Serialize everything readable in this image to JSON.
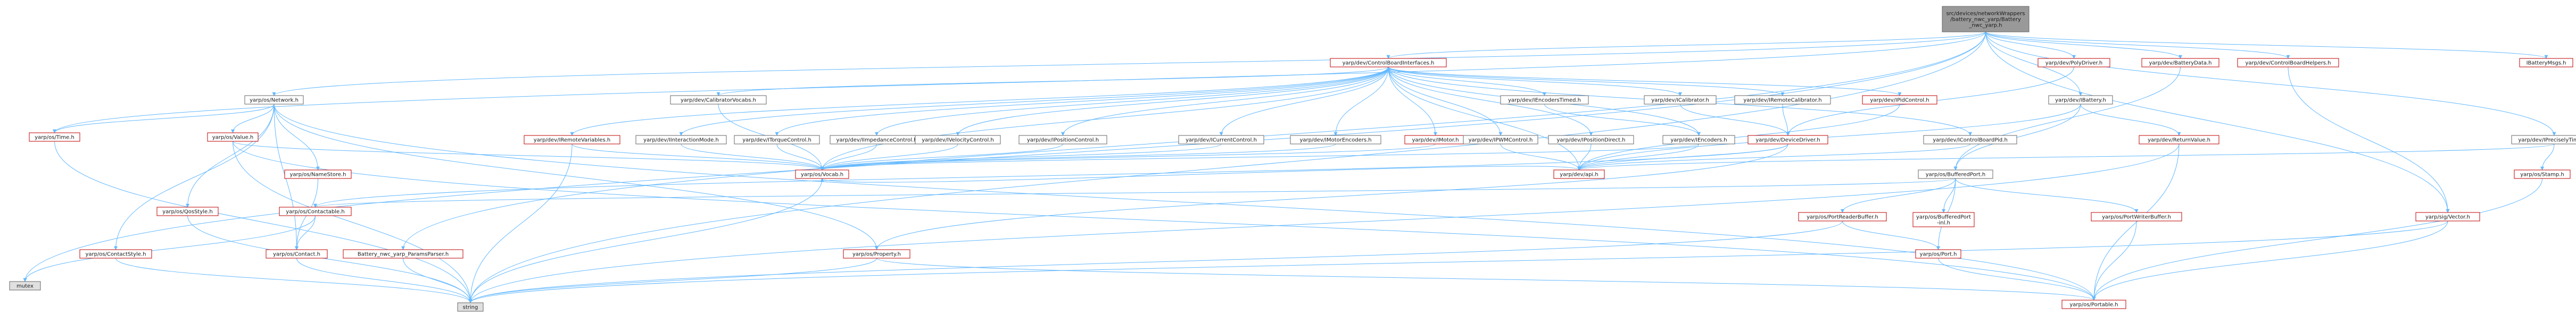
{
  "graph": {
    "colors": {
      "root_fill": "#999999",
      "root_border": "#666666",
      "documented_border": "#bf0000",
      "normal_border": "#666666",
      "normal_text": "#1a1a1a",
      "documented_text": "#bf0000",
      "node_fill": "#ffffff",
      "external_fill": "#e0e0e0",
      "edge": "#63b8ff",
      "edge_alt": "#e6a0a0"
    },
    "nodes": [
      {
        "id": "root",
        "lines": [
          "src/devices/networkWrappers",
          "/battery_nwc_yarp/Battery",
          "_nwc_yarp.h"
        ],
        "style": "root"
      },
      {
        "id": "cbi",
        "lines": [
          "yarp/dev/ControlBoardInterfaces.h"
        ],
        "style": "doc"
      },
      {
        "id": "network",
        "lines": [
          "yarp/os/Network.h"
        ],
        "style": "normal"
      },
      {
        "id": "time",
        "lines": [
          "yarp/os/Time.h"
        ],
        "style": "doc"
      },
      {
        "id": "mutex",
        "lines": [
          "mutex"
        ],
        "style": "ext"
      },
      {
        "id": "string",
        "lines": [
          "string"
        ],
        "style": "ext"
      },
      {
        "id": "polydriver",
        "lines": [
          "yarp/dev/PolyDriver.h"
        ],
        "style": "doc"
      },
      {
        "id": "batterydata",
        "lines": [
          "yarp/dev/BatteryData.h"
        ],
        "style": "doc"
      },
      {
        "id": "cbhelpers",
        "lines": [
          "yarp/dev/ControlBoardHelpers.h"
        ],
        "style": "doc"
      },
      {
        "id": "ibatterymsgs",
        "lines": [
          "IBatteryMsgs.h"
        ],
        "style": "doc"
      },
      {
        "id": "ibattery",
        "lines": [
          "yarp/dev/IBattery.h"
        ],
        "style": "normal"
      },
      {
        "id": "ipreciselytimed",
        "lines": [
          "yarp/dev/IPreciselyTimed.h"
        ],
        "style": "normal"
      },
      {
        "id": "calibvocabs",
        "lines": [
          "yarp/dev/CalibratorVocabs.h"
        ],
        "style": "normal"
      },
      {
        "id": "iencoderstimed",
        "lines": [
          "yarp/dev/IEncodersTimed.h"
        ],
        "style": "normal"
      },
      {
        "id": "icalibrator",
        "lines": [
          "yarp/dev/ICalibrator.h"
        ],
        "style": "normal"
      },
      {
        "id": "iremotecalib",
        "lines": [
          "yarp/dev/IRemoteCalibrator.h"
        ],
        "style": "normal"
      },
      {
        "id": "ipidcontrol",
        "lines": [
          "yarp/dev/IPidControl.h"
        ],
        "style": "doc"
      },
      {
        "id": "ireturnvalue",
        "lines": [
          "yarp/dev/ReturnValue.h"
        ],
        "style": "doc"
      },
      {
        "id": "ivalue",
        "lines": [
          "yarp/os/Value.h"
        ],
        "style": "doc"
      },
      {
        "id": "iremotevars",
        "lines": [
          "yarp/dev/IRemoteVariables.h"
        ],
        "style": "doc"
      },
      {
        "id": "iinteraction",
        "lines": [
          "yarp/dev/IInteractionMode.h"
        ],
        "style": "normal"
      },
      {
        "id": "itorque",
        "lines": [
          "yarp/dev/ITorqueControl.h"
        ],
        "style": "normal"
      },
      {
        "id": "iimpedance",
        "lines": [
          "yarp/dev/IImpedanceControl.h"
        ],
        "style": "normal"
      },
      {
        "id": "ivelocity",
        "lines": [
          "yarp/dev/IVelocityControl.h"
        ],
        "style": "normal"
      },
      {
        "id": "ipositioncontrol",
        "lines": [
          "yarp/dev/IPositionControl.h"
        ],
        "style": "normal"
      },
      {
        "id": "icurrent",
        "lines": [
          "yarp/dev/ICurrentControl.h"
        ],
        "style": "normal"
      },
      {
        "id": "imotorencoders",
        "lines": [
          "yarp/dev/IMotorEncoders.h"
        ],
        "style": "normal"
      },
      {
        "id": "imotor",
        "lines": [
          "yarp/dev/IMotor.h"
        ],
        "style": "doc"
      },
      {
        "id": "ipwm",
        "lines": [
          "yarp/dev/IPWMControl.h"
        ],
        "style": "normal"
      },
      {
        "id": "ipositiondirect",
        "lines": [
          "yarp/dev/IPositionDirect.h"
        ],
        "style": "normal"
      },
      {
        "id": "iencoders",
        "lines": [
          "yarp/dev/IEncoders.h"
        ],
        "style": "normal"
      },
      {
        "id": "devicedriver",
        "lines": [
          "yarp/dev/DeviceDriver.h"
        ],
        "style": "doc"
      },
      {
        "id": "icontrolboardpid",
        "lines": [
          "yarp/dev/IControlBoardPid.h"
        ],
        "style": "normal"
      },
      {
        "id": "qosstyle",
        "lines": [
          "yarp/os/QosStyle.h"
        ],
        "style": "doc"
      },
      {
        "id": "namestore",
        "lines": [
          "yarp/os/NameStore.h"
        ],
        "style": "doc"
      },
      {
        "id": "vocab",
        "lines": [
          "yarp/os/Vocab.h"
        ],
        "style": "doc"
      },
      {
        "id": "yarpapi",
        "lines": [
          "yarp/dev/api.h"
        ],
        "style": "doc"
      },
      {
        "id": "bufferedport",
        "lines": [
          "yarp/os/BufferedPort.h"
        ],
        "style": "normal"
      },
      {
        "id": "stamp",
        "lines": [
          "yarp/os/Stamp.h"
        ],
        "style": "doc"
      },
      {
        "id": "contactable",
        "lines": [
          "yarp/os/Contactable.h"
        ],
        "style": "doc"
      },
      {
        "id": "contactstyle",
        "lines": [
          "yarp/os/ContactStyle.h"
        ],
        "style": "doc"
      },
      {
        "id": "contact",
        "lines": [
          "yarp/os/Contact.h"
        ],
        "style": "doc"
      },
      {
        "id": "paramsparser",
        "lines": [
          "Battery_nwc_yarp_ParamsParser.h"
        ],
        "style": "doc"
      },
      {
        "id": "portreaderbuffer",
        "lines": [
          "yarp/os/PortReaderBuffer.h"
        ],
        "style": "doc"
      },
      {
        "id": "bufferedportimpl",
        "lines": [
          "yarp/os/BufferedPort",
          "-inl.h"
        ],
        "style": "doc"
      },
      {
        "id": "portwriterbuffer",
        "lines": [
          "yarp/os/PortWriterBuffer.h"
        ],
        "style": "doc"
      },
      {
        "id": "ivector",
        "lines": [
          "yarp/sig/Vector.h"
        ],
        "style": "doc"
      },
      {
        "id": "property",
        "lines": [
          "yarp/os/Property.h"
        ],
        "style": "doc"
      },
      {
        "id": "port",
        "lines": [
          "yarp/os/Port.h"
        ],
        "style": "doc"
      },
      {
        "id": "portable",
        "lines": [
          "yarp/os/Portable.h"
        ],
        "style": "doc"
      }
    ]
  }
}
